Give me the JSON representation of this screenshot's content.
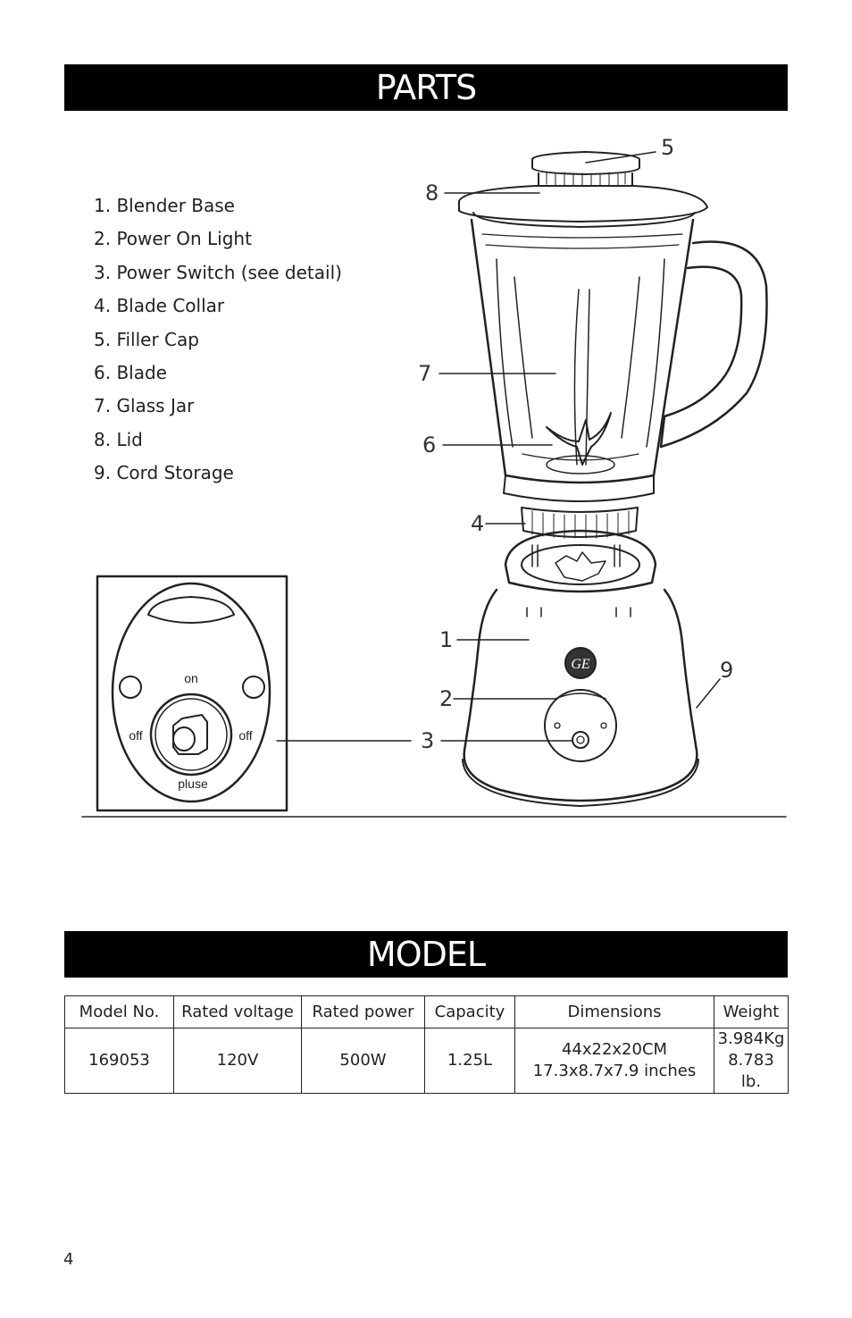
{
  "parts_section": {
    "title": "PARTS",
    "items": [
      {
        "label": "1.  Blender Base"
      },
      {
        "label": "2.  Power On Light"
      },
      {
        "label": "3.  Power Switch (see detail)"
      },
      {
        "label": "4.  Blade Collar"
      },
      {
        "label": "5.  Filler Cap"
      },
      {
        "label": "6.  Blade"
      },
      {
        "label": "7.  Glass Jar"
      },
      {
        "label": "8.  Lid"
      },
      {
        "label": "9.  Cord Storage"
      }
    ],
    "callouts": {
      "c1": "1",
      "c2": "2",
      "c3": "3",
      "c4": "4",
      "c5": "5",
      "c6": "6",
      "c7": "7",
      "c8": "8",
      "c9": "9"
    },
    "switch_detail": {
      "on": "on",
      "off_left": "off",
      "off_right": "off",
      "pulse": "pluse"
    }
  },
  "model_section": {
    "title": "MODEL",
    "headers": [
      "Model No.",
      "Rated voltage",
      "Rated power",
      "Capacity",
      "Dimensions",
      "Weight"
    ],
    "row": {
      "model_no": "169053",
      "rated_voltage": "120V",
      "rated_power": "500W",
      "capacity": "1.25L",
      "dimensions_cm": "44x22x20CM",
      "dimensions_in": "17.3x8.7x7.9 inches",
      "weight_kg": "3.984Kg",
      "weight_lb": "8.783 lb."
    }
  },
  "page_number": "4"
}
